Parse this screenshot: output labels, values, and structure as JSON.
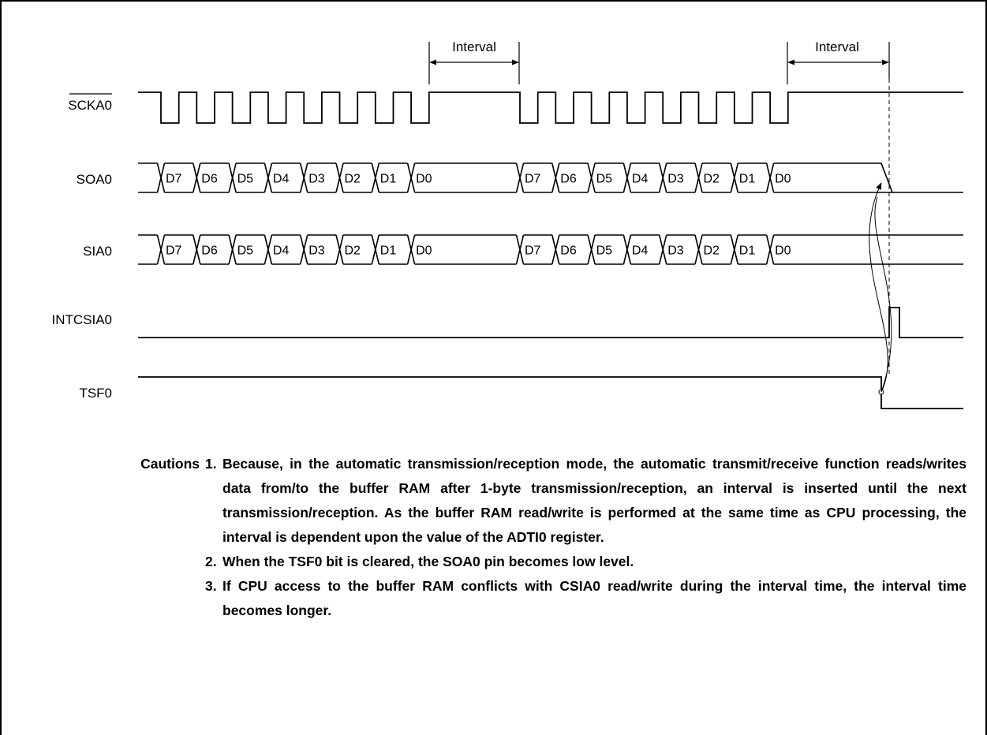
{
  "signals": {
    "sck": "SCKA0",
    "so": "SOA0",
    "si": "SIA0",
    "int": "INTCSIA0",
    "tsf": "TSF0"
  },
  "interval_label": "Interval",
  "bits": [
    "D7",
    "D6",
    "D5",
    "D4",
    "D3",
    "D2",
    "D1",
    "D0"
  ],
  "cautions": {
    "heading": "Cautions",
    "items": [
      {
        "num": "1.",
        "text": "Because, in the automatic transmission/reception mode, the automatic transmit/receive function reads/writes data from/to the buffer RAM after 1-byte transmission/reception, an interval is inserted until the next transmission/reception. As the buffer RAM read/write is performed at the same time as CPU processing, the interval is dependent upon the value of the ADTI0 register."
      },
      {
        "num": "2.",
        "text": "When the TSF0 bit is cleared, the SOA0 pin becomes low level."
      },
      {
        "num": "3.",
        "text": "If CPU access to the buffer RAM conflicts with CSIA0 read/write during the interval time, the interval time becomes longer."
      }
    ]
  }
}
